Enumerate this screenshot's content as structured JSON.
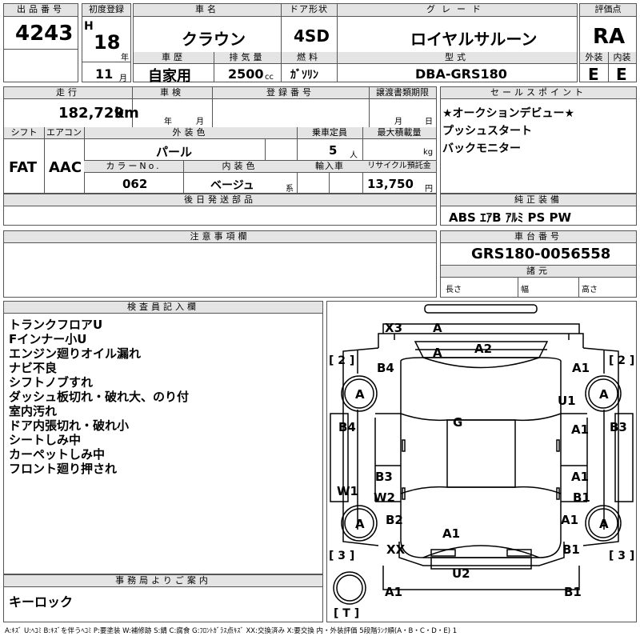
{
  "auction_no": {
    "label": "出品番号",
    "value": "4243"
  },
  "first_reg": {
    "label": "初度登録",
    "era": "H",
    "year": "18",
    "year_unit": "年",
    "month": "11",
    "month_unit": "月"
  },
  "car_name": {
    "label": "車名",
    "value": "クラウン"
  },
  "door": {
    "label": "ドア形状",
    "value": "4SD"
  },
  "grade": {
    "label": "グレード",
    "value": "ロイヤルサルーン"
  },
  "score": {
    "label": "評価点",
    "value": "RA",
    "ext_label": "外装",
    "int_label": "内装",
    "ext": "E",
    "int": "E"
  },
  "history": {
    "label": "車歴",
    "value": "自家用"
  },
  "displacement": {
    "label": "排気量",
    "value": "2500",
    "unit": "cc"
  },
  "fuel": {
    "label": "燃料",
    "value": "ｶﾞｿﾘﾝ"
  },
  "model_code": {
    "label": "型式",
    "value": "DBA-GRS180"
  },
  "mileage": {
    "label": "走行",
    "value": "182,729",
    "unit": "km"
  },
  "inspection": {
    "label": "車検",
    "year_unit": "年",
    "month_unit": "月"
  },
  "reg_no": {
    "label": "登録番号"
  },
  "transfer": {
    "label": "譲渡書類期限",
    "month_unit": "月",
    "day_unit": "日"
  },
  "shift": {
    "label": "シフト",
    "value": "FAT"
  },
  "ac": {
    "label": "エアコン",
    "value": "AAC"
  },
  "ext_color": {
    "label": "外装色",
    "value": "パール"
  },
  "capacity": {
    "label": "乗車定員",
    "value": "5",
    "unit": "人"
  },
  "max_load": {
    "label": "最大積載量",
    "unit": "kg"
  },
  "color_no": {
    "label": "カラーNo.",
    "value": "062"
  },
  "int_color": {
    "label": "内装色",
    "value": "ベージュ",
    "unit": "系"
  },
  "import": {
    "label": "輸入車"
  },
  "recycle": {
    "label": "リサイクル預託金",
    "value": "13,750",
    "unit": "円"
  },
  "later_parts": {
    "label": "後日発送部品"
  },
  "sales_points": {
    "label": "セールスポイント",
    "items": [
      "★オークションデビュー★",
      "プッシュスタート",
      "バックモニター"
    ]
  },
  "equipment": {
    "label": "純正装備",
    "value": "ABS ｴｱB ｱﾙﾐ PS PW"
  },
  "notes": {
    "label": "注意事項欄"
  },
  "chassis": {
    "label": "車台番号",
    "value": "GRS180-0056558"
  },
  "dims": {
    "label": "諸元",
    "length": "長さ",
    "width": "幅",
    "height": "高さ"
  },
  "inspector": {
    "label": "検査員記入欄",
    "items": [
      "トランクフロアU",
      "Fインナー小U",
      "エンジン廻りオイル漏れ",
      "ナビ不良",
      "シフトノブすれ",
      "ダッシュ板切れ・破れ大、のり付",
      "室内汚れ",
      "ドア内張切れ・破れ小",
      "シートしみ中",
      "カーペットしみ中",
      "フロント廻り押され"
    ]
  },
  "office": {
    "label": "事務局よりご案内",
    "value": "キーロック"
  },
  "legend": "A:ｷｽﾞ U:ﾍｺﾐ B:ｷｽﾞを伴うﾍｺﾐ P:要塗装 W:補修跡 S:錆 C:腐食 G:ﾌﾛﾝﾄｶﾞﾗｽ点ｷｽﾞ XX:交換済み X:要交換 内・外装評価 5段階ﾗﾝｸ順(A・B・C・D・E) 1",
  "diagram": {
    "marks": [
      "X3",
      "A",
      "A",
      "A2",
      "B4",
      "A1",
      "A",
      "A",
      "U1",
      "G",
      "B4",
      "A1",
      "B3",
      "B3",
      "A1",
      "W1",
      "W2",
      "B1",
      "A",
      "B2",
      "A1",
      "A",
      "A1",
      "XX",
      "B1",
      "U2",
      "A1",
      "B1"
    ],
    "brackets": [
      "[ 2 ]",
      "[ 2 ]",
      "[ 3 ]",
      "[ 3 ]",
      "[ T ]"
    ]
  }
}
